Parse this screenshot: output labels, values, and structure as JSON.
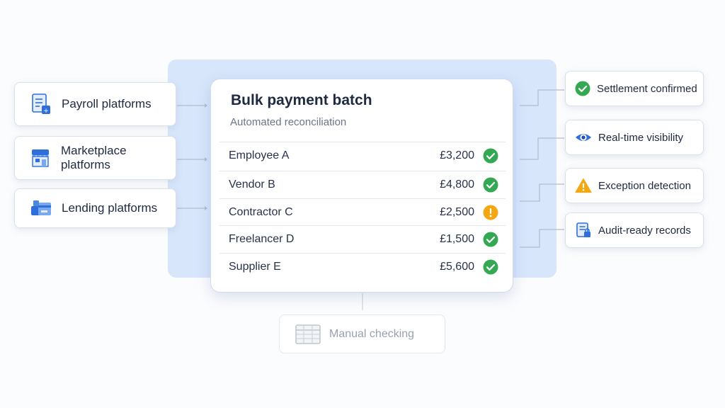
{
  "sources": [
    {
      "label": "Payroll platforms",
      "icon": "payroll-document-icon"
    },
    {
      "label": "Marketplace platforms",
      "icon": "storefront-icon"
    },
    {
      "label": "Lending platforms",
      "icon": "bank-cards-icon"
    }
  ],
  "batch": {
    "title": "Bulk payment batch",
    "subtitle": "Automated reconciliation",
    "rows": [
      {
        "name": "Employee A",
        "amount": "£3,200",
        "status": "success"
      },
      {
        "name": "Vendor B",
        "amount": "£4,800",
        "status": "success"
      },
      {
        "name": "Contractor C",
        "amount": "£2,500",
        "status": "warning"
      },
      {
        "name": "Freelancer D",
        "amount": "£1,500",
        "status": "success"
      },
      {
        "name": "Supplier E",
        "amount": "£5,600",
        "status": "success"
      }
    ]
  },
  "outcomes": [
    {
      "label": "Settlement confirmed",
      "icon": "check-circle-icon"
    },
    {
      "label": "Real-time visibility",
      "icon": "eye-icon"
    },
    {
      "label": "Exception detection",
      "icon": "warning-triangle-icon"
    },
    {
      "label": "Audit-ready records",
      "icon": "records-lock-icon"
    }
  ],
  "manual": {
    "label": "Manual checking",
    "icon": "spreadsheet-icon"
  },
  "colors": {
    "accent": "#2f6fdc",
    "success": "#34a853",
    "warning": "#f3a712",
    "backdrop": "#d8e6fc"
  }
}
